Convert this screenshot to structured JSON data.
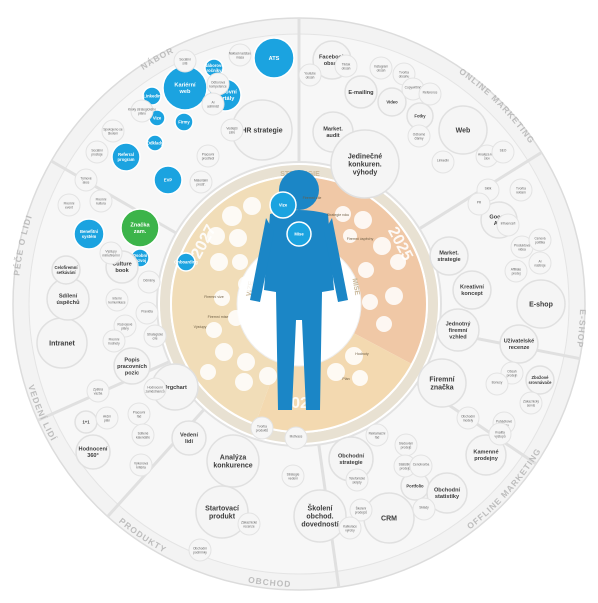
{
  "colors": {
    "ring_outer": "#ececec",
    "ring_stroke": "#dcdcdc",
    "bubble": "#f4f4f4",
    "bubble_stroke": "#dedede",
    "blue": "#1ba3e0",
    "green": "#3cb44a",
    "figure": "#1b86c6",
    "year_2027": "#f1ddb8",
    "year_2026": "#f3d9b0",
    "year_2025": "#f0c8a6",
    "inner_white": "#ffffff"
  },
  "sectors": [
    {
      "label": "NÁBOR"
    },
    {
      "label": "ONLINE MARKETING"
    },
    {
      "label": "E-SHOP"
    },
    {
      "label": "OFFLINE MARKETING"
    },
    {
      "label": "OBCHOD"
    },
    {
      "label": "PRODUKTY"
    },
    {
      "label": "VEDENÍ LIDÍ"
    },
    {
      "label": "PÉČE O LIDI"
    }
  ],
  "years": [
    "2027",
    "2026",
    "2025"
  ],
  "ring_words": [
    "MISE",
    "VIZE",
    "STRATEGIE"
  ],
  "bubbles": [
    {
      "label": "ATS",
      "style": "blue"
    },
    {
      "label": "Kariérní web",
      "style": "blue"
    },
    {
      "label": "Pracovní portály",
      "style": "blue"
    },
    {
      "label": "Linkedin",
      "style": "blue"
    },
    {
      "label": "Náborové ročníky",
      "style": "blue"
    },
    {
      "label": "Vize",
      "style": "blue"
    },
    {
      "label": "Firmy",
      "style": "blue"
    },
    {
      "label": "Odklady",
      "style": "blue"
    },
    {
      "label": "Referral program",
      "style": "blue"
    },
    {
      "label": "EVP",
      "style": "blue"
    },
    {
      "label": "Značka zam.",
      "style": "green"
    },
    {
      "label": "Benefitní systém",
      "style": "blue"
    },
    {
      "label": "Onboarding",
      "style": "blue"
    },
    {
      "label": "Osobní rozvoj",
      "style": "blue"
    },
    {
      "label": "Vize",
      "style": "blue"
    },
    {
      "label": "Mise",
      "style": "blue"
    },
    {
      "label": "HR strategie",
      "style": "grey"
    },
    {
      "label": "Market. audit",
      "style": "grey"
    },
    {
      "label": "Jedinečné konkuren. výhody",
      "style": "grey"
    },
    {
      "label": "Web",
      "style": "grey"
    },
    {
      "label": "E-mailing",
      "style": "grey"
    },
    {
      "label": "Video",
      "style": "grey"
    },
    {
      "label": "Fotky",
      "style": "grey"
    },
    {
      "label": "Facebook obsah",
      "style": "grey"
    },
    {
      "label": "Google Ads",
      "style": "grey"
    },
    {
      "label": "Market. strategie",
      "style": "grey"
    },
    {
      "label": "Kreativní koncept",
      "style": "grey"
    },
    {
      "label": "Jednotný firemní vzhled",
      "style": "grey"
    },
    {
      "label": "E-shop",
      "style": "grey"
    },
    {
      "label": "Uživatelské recenze",
      "style": "grey"
    },
    {
      "label": "Zbožové srovnávače",
      "style": "grey"
    },
    {
      "label": "Firemní značka",
      "style": "grey"
    },
    {
      "label": "Kamenné prodejny",
      "style": "grey"
    },
    {
      "label": "Obchodní strategie",
      "style": "grey"
    },
    {
      "label": "Portfolio",
      "style": "grey"
    },
    {
      "label": "Obchodní statistiky",
      "style": "grey"
    },
    {
      "label": "Školení obchod. dovedností",
      "style": "grey"
    },
    {
      "label": "CRM",
      "style": "grey"
    },
    {
      "label": "Analýza konkurence",
      "style": "grey"
    },
    {
      "label": "Startovací produkt",
      "style": "grey"
    },
    {
      "label": "Vedení lidí",
      "style": "grey"
    },
    {
      "label": "Orgchart",
      "style": "grey"
    },
    {
      "label": "Popis pracovních pozic",
      "style": "grey"
    },
    {
      "label": "Hodnocení 360°",
      "style": "grey"
    },
    {
      "label": "1+1",
      "style": "grey"
    },
    {
      "label": "Intranet",
      "style": "grey"
    },
    {
      "label": "Sdílení úspěchů",
      "style": "grey"
    },
    {
      "label": "Celofiremní setkávání",
      "style": "grey"
    },
    {
      "label": "Culture book",
      "style": "grey"
    }
  ],
  "small_labels": [
    "Náklad nadstav. masa",
    "Odborová kompetence",
    "AI administ",
    "Sociální sítě",
    "Kroky strategického plánu",
    "Spokojeno se školení",
    "Sociální prostoje",
    "Vedlejší záře",
    "Pracovní prostředí",
    "Materiální prostř.",
    "Youtube obsah",
    "Tiktok obsah",
    "Instagram obsah",
    "Tvorba obsahu",
    "Copywriting",
    "Reference",
    "Odborné články",
    "LinkedIn",
    "Analýza klíč. slov",
    "SEO",
    "Sklik",
    "PR",
    "Tvorba reklam",
    "Influenceři",
    "Produktová videa",
    "Affiliate prodej",
    "AI nástroje",
    "Cenová politika",
    "Obsah prodejn",
    "Bonusy",
    "Pohádkové portály",
    "Zákaznický servis",
    "Obchodní modely",
    "Kvalita výstupů",
    "Reklamační řád",
    "Sledování prodejů",
    "Statistiky prodejů",
    "Sklady",
    "Školení prodejců",
    "Telefonické skripty",
    "Cenotvorba",
    "Kalkulace výroby",
    "Obchodní podmínky",
    "Zákaznické recenze",
    "Tvorba produktů",
    "Strategie vedení",
    "Motivace",
    "Akční plán",
    "Pracovní řád",
    "Zpětná vazba",
    "Hodnocení zaměstnanců",
    "Výkonová kritéria",
    "Sdílené kalendáře",
    "Týmové akce",
    "Firemní kultura",
    "Firemní event",
    "Výstupy mimofiremní",
    "Odměny",
    "Pravidla",
    "Interní komunikace",
    "Rozvojové plány",
    "Firemní hodnoty",
    "Strategické cíle"
  ],
  "inner_labels": [
    "Firemní cíle",
    "Strategie roku",
    "Firemní úspěchy",
    "Firemní vize",
    "Firemní mise",
    "Hodnoty",
    "Plán",
    "Výstupy"
  ]
}
